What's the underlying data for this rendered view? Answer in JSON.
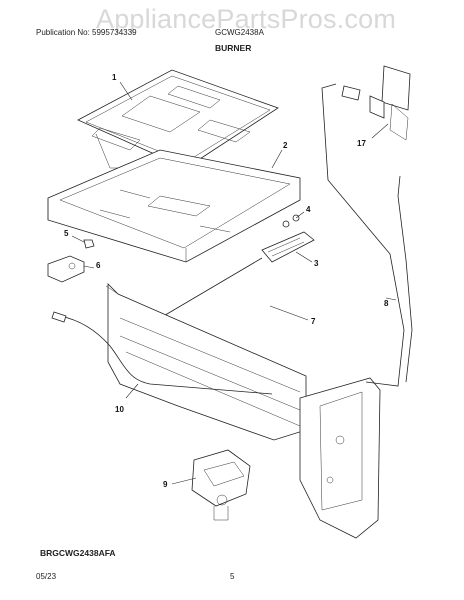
{
  "watermark": "AppliancePartsPros.com",
  "header": {
    "publication": "Publication No: 5995734339",
    "model": "GCWG2438A",
    "section": "BURNER"
  },
  "footer": {
    "code": "BRGCWG2438AFA",
    "date": "05/23",
    "page": "5"
  },
  "callouts": [
    "1",
    "2",
    "3",
    "4",
    "5",
    "6",
    "7",
    "8",
    "9",
    "10",
    "17"
  ]
}
